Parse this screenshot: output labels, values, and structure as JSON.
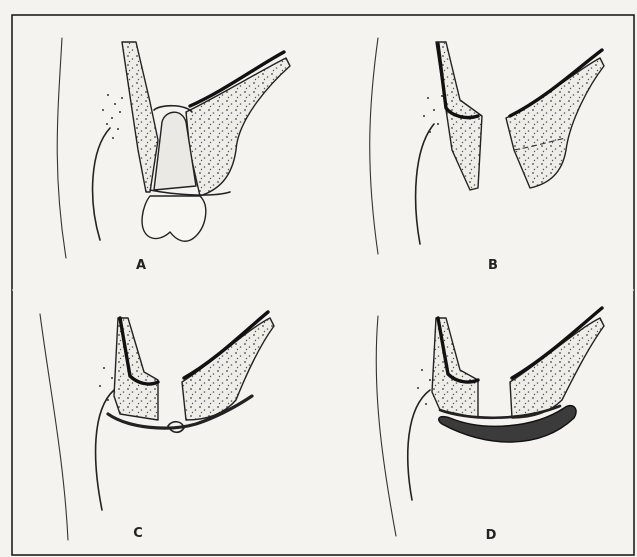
{
  "figure": {
    "panels": [
      {
        "id": "A",
        "label": "A"
      },
      {
        "id": "B",
        "label": "B"
      },
      {
        "id": "C",
        "label": "C"
      },
      {
        "id": "D",
        "label": "D"
      }
    ],
    "colors": {
      "ink": "#222222",
      "background": "#f4f3ef",
      "pack_fill": "#3a3a3a"
    }
  }
}
